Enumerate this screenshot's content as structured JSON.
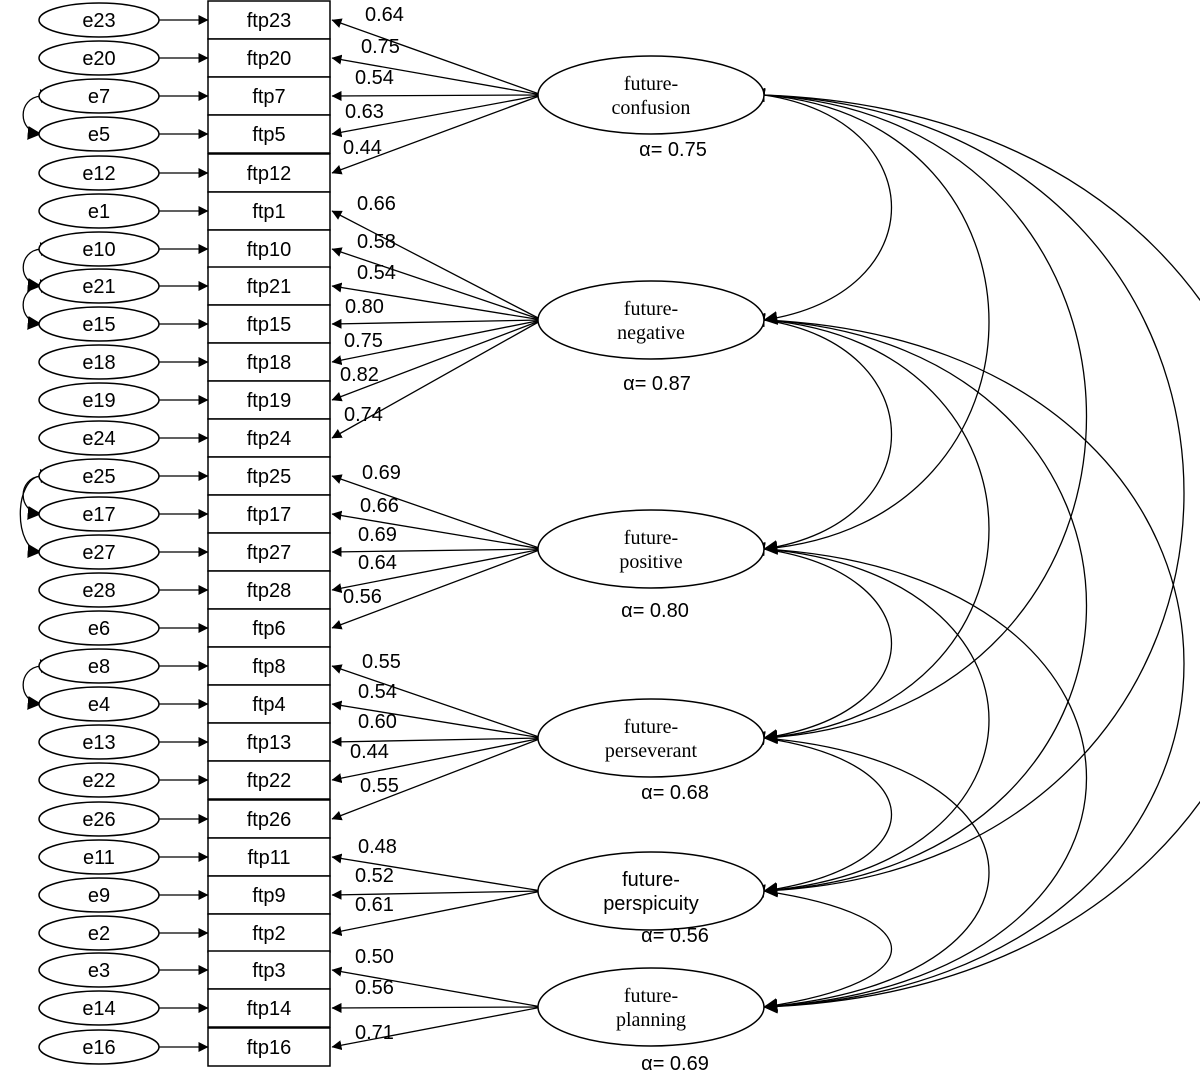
{
  "errors": [
    "e23",
    "e20",
    "e7",
    "e5",
    "e12",
    "e1",
    "e10",
    "e21",
    "e15",
    "e18",
    "e19",
    "e24",
    "e25",
    "e17",
    "e27",
    "e28",
    "e6",
    "e8",
    "e4",
    "e13",
    "e22",
    "e26",
    "e11",
    "e9",
    "e2",
    "e3",
    "e14",
    "e16"
  ],
  "items": [
    "ftp23",
    "ftp20",
    "ftp7",
    "ftp5",
    "ftp12",
    "ftp1",
    "ftp10",
    "ftp21",
    "ftp15",
    "ftp18",
    "ftp19",
    "ftp24",
    "ftp25",
    "ftp17",
    "ftp27",
    "ftp28",
    "ftp6",
    "ftp8",
    "ftp4",
    "ftp13",
    "ftp22",
    "ftp26",
    "ftp11",
    "ftp9",
    "ftp2",
    "ftp3",
    "ftp14",
    "ftp16"
  ],
  "loadings": [
    "0.64",
    "0.75",
    "0.54",
    "0.63",
    "0.44",
    "0.66",
    "0.58",
    "0.54",
    "0.80",
    "0.75",
    "0.82",
    "0.74",
    "0.69",
    "0.66",
    "0.69",
    "0.64",
    "0.56",
    "0.55",
    "0.54",
    "0.60",
    "0.44",
    "0.55",
    "0.48",
    "0.52",
    "0.61",
    "0.50",
    "0.56",
    "0.71"
  ],
  "factors": [
    {
      "line1": "future-",
      "line2": "confusion",
      "alpha": "α= 0.75"
    },
    {
      "line1": "future-",
      "line2": "negative",
      "alpha": "α= 0.87"
    },
    {
      "line1": "future-",
      "line2": "positive",
      "alpha": "α= 0.80"
    },
    {
      "line1": "future-",
      "line2": "perseverant",
      "alpha": "α= 0.68"
    },
    {
      "line1": "future-",
      "line2": "perspicuity",
      "alpha": "α= 0.56"
    },
    {
      "line1": "future-",
      "line2": "planning",
      "alpha": "α= 0.69"
    }
  ]
}
